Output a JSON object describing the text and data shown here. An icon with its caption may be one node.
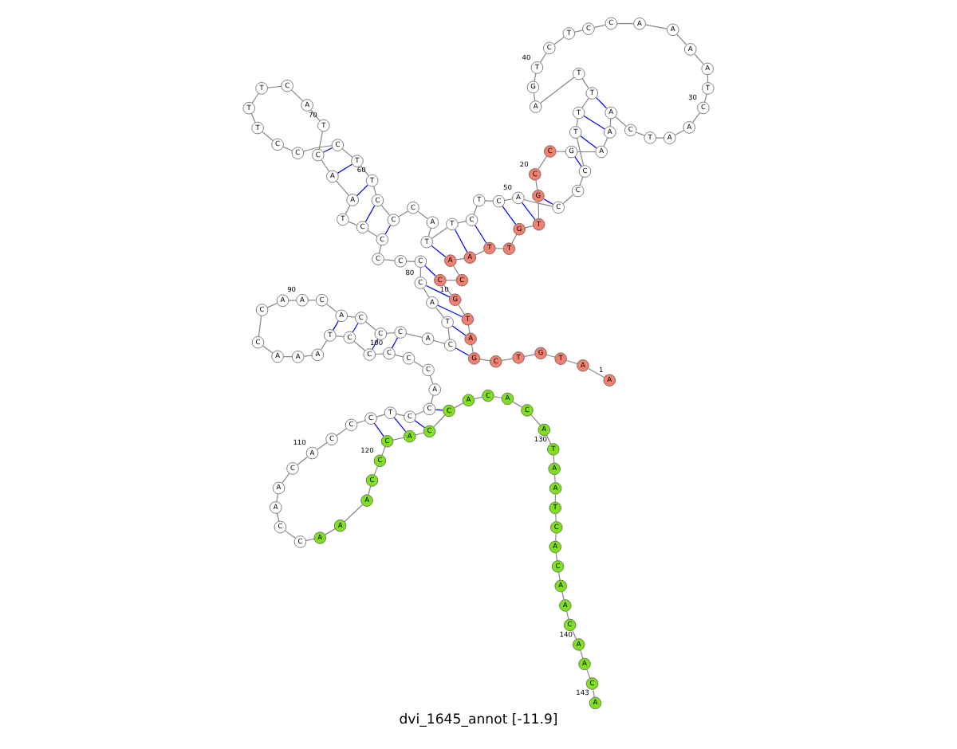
{
  "diagram": {
    "caption": "dvi_1645_annot [-11.9]",
    "nodes": [
      {
        "text": [
          "A"
        ],
        "beside": [
          "1"
        ]
      },
      {
        "text": [
          "A"
        ]
      },
      {
        "text": [
          "T"
        ]
      },
      {
        "text": [
          "G"
        ]
      },
      {
        "text": [
          "T"
        ]
      },
      {
        "text": [
          "C"
        ]
      },
      {
        "text": [
          "G"
        ]
      },
      {
        "text": [
          "A"
        ]
      },
      {
        "text": [
          "T"
        ]
      },
      {
        "text": [
          "G"
        ],
        "beside": [
          "10"
        ]
      },
      {
        "text": [
          "C"
        ]
      },
      {
        "text": [
          "C"
        ]
      },
      {
        "text": [
          "A"
        ]
      },
      {
        "text": [
          "A"
        ]
      },
      {
        "text": [
          "T"
        ]
      },
      {
        "text": [
          "T"
        ]
      },
      {
        "text": [
          "G"
        ]
      },
      {
        "text": [
          "T"
        ]
      },
      {
        "text": [
          "G"
        ]
      },
      {
        "text": [
          "C"
        ],
        "beside": [
          "20"
        ]
      },
      {
        "text": [
          "C"
        ]
      },
      {
        "text": [
          "G"
        ]
      },
      {
        "text": [
          "A"
        ]
      },
      {
        "text": [
          "A"
        ]
      },
      {
        "text": [
          "A"
        ]
      },
      {
        "text": [
          "C"
        ]
      },
      {
        "text": [
          "T"
        ]
      },
      {
        "text": [
          "A"
        ]
      },
      {
        "text": [
          "A"
        ]
      },
      {
        "text": [
          "C"
        ],
        "beside": [
          "30"
        ]
      },
      {
        "text": [
          "T"
        ]
      },
      {
        "text": [
          "A"
        ]
      },
      {
        "text": [
          "A"
        ]
      },
      {
        "text": [
          "A"
        ]
      },
      {
        "text": [
          "A"
        ]
      },
      {
        "text": [
          "C"
        ]
      },
      {
        "text": [
          "C"
        ]
      },
      {
        "text": [
          "T"
        ]
      },
      {
        "text": [
          "C"
        ]
      },
      {
        "text": [
          "T"
        ],
        "beside": [
          "40"
        ]
      },
      {
        "text": [
          "G"
        ]
      },
      {
        "text": [
          "A"
        ]
      },
      {
        "text": [
          "T"
        ]
      },
      {
        "text": [
          "T"
        ]
      },
      {
        "text": [
          "T"
        ]
      },
      {
        "text": [
          "T"
        ]
      },
      {
        "text": [
          "C"
        ]
      },
      {
        "text": [
          "C"
        ]
      },
      {
        "text": [
          "C"
        ]
      },
      {
        "text": [
          "A"
        ],
        "beside": [
          "50"
        ]
      },
      {
        "text": [
          "C"
        ]
      },
      {
        "text": [
          "T"
        ]
      },
      {
        "text": [
          "C"
        ]
      },
      {
        "text": [
          "T"
        ]
      },
      {
        "text": [
          "T"
        ]
      },
      {
        "text": [
          "A"
        ]
      },
      {
        "text": [
          "C"
        ]
      },
      {
        "text": [
          "C"
        ]
      },
      {
        "text": [
          "C"
        ]
      },
      {
        "text": [
          "T"
        ],
        "beside": [
          "60"
        ]
      },
      {
        "text": [
          "T"
        ]
      },
      {
        "text": [
          "C"
        ]
      },
      {
        "text": [
          "C"
        ]
      },
      {
        "text": [
          "C"
        ]
      },
      {
        "text": [
          "T"
        ]
      },
      {
        "text": [
          "T"
        ]
      },
      {
        "text": [
          "T"
        ]
      },
      {
        "text": [
          "C"
        ]
      },
      {
        "text": [
          "A"
        ]
      },
      {
        "text": [
          "T"
        ],
        "beside": [
          "70"
        ]
      },
      {
        "text": [
          "C"
        ]
      },
      {
        "text": [
          "A"
        ]
      },
      {
        "text": [
          "A"
        ]
      },
      {
        "text": [
          "T"
        ]
      },
      {
        "text": [
          "C"
        ]
      },
      {
        "text": [
          "C"
        ]
      },
      {
        "text": [
          "C"
        ]
      },
      {
        "text": [
          "C"
        ]
      },
      {
        "text": [
          "C"
        ]
      },
      {
        "text": [
          "C"
        ],
        "beside": [
          "80"
        ]
      },
      {
        "text": [
          "A"
        ]
      },
      {
        "text": [
          "T"
        ]
      },
      {
        "text": [
          "C"
        ]
      },
      {
        "text": [
          "A"
        ]
      },
      {
        "text": [
          "C"
        ]
      },
      {
        "text": [
          "C"
        ]
      },
      {
        "text": [
          "C"
        ]
      },
      {
        "text": [
          "A"
        ]
      },
      {
        "text": [
          "C"
        ]
      },
      {
        "text": [
          "A"
        ],
        "beside": [
          "90"
        ]
      },
      {
        "text": [
          "A"
        ]
      },
      {
        "text": [
          "C"
        ]
      },
      {
        "text": [
          "C"
        ]
      },
      {
        "text": [
          "A"
        ]
      },
      {
        "text": [
          "A"
        ]
      },
      {
        "text": [
          "A"
        ]
      },
      {
        "text": [
          "T"
        ]
      },
      {
        "text": [
          "C"
        ]
      },
      {
        "text": [
          "C"
        ]
      },
      {
        "text": [
          "C"
        ],
        "beside": [
          "100"
        ]
      },
      {
        "text": [
          "C"
        ]
      },
      {
        "text": [
          "C"
        ]
      },
      {
        "text": [
          "A"
        ]
      },
      {
        "text": [
          "C"
        ]
      },
      {
        "text": [
          "C"
        ]
      },
      {
        "text": [
          "T"
        ]
      },
      {
        "text": [
          "C"
        ]
      },
      {
        "text": [
          "C"
        ]
      },
      {
        "text": [
          "C"
        ]
      },
      {
        "text": [
          "A"
        ],
        "beside": [
          "110"
        ]
      },
      {
        "text": [
          "C"
        ]
      },
      {
        "text": [
          "A"
        ]
      },
      {
        "text": [
          "A"
        ]
      },
      {
        "text": [
          "C"
        ]
      },
      {
        "text": [
          "C"
        ]
      },
      {
        "text": [
          "A"
        ]
      },
      {
        "text": [
          "A"
        ]
      },
      {
        "text": [
          "A"
        ]
      },
      {
        "text": [
          "C"
        ]
      },
      {
        "text": [
          "C"
        ],
        "beside": [
          "120"
        ]
      },
      {
        "text": [
          "C"
        ]
      },
      {
        "text": [
          "A"
        ]
      },
      {
        "text": [
          "C"
        ]
      },
      {
        "text": [
          "C"
        ]
      },
      {
        "text": [
          "A"
        ]
      },
      {
        "text": [
          "C"
        ]
      },
      {
        "text": [
          "A"
        ]
      },
      {
        "text": [
          "C"
        ]
      },
      {
        "text": [
          "A"
        ]
      },
      {
        "text": [
          "T"
        ],
        "beside": [
          "130"
        ]
      },
      {
        "text": [
          "A"
        ]
      },
      {
        "text": [
          "A"
        ]
      },
      {
        "text": [
          "T"
        ]
      },
      {
        "text": [
          "C"
        ]
      },
      {
        "text": [
          "A"
        ]
      },
      {
        "text": [
          "C"
        ]
      },
      {
        "text": [
          "A"
        ]
      },
      {
        "text": [
          "A"
        ]
      },
      {
        "text": [
          "C"
        ]
      },
      {
        "text": [
          "A"
        ],
        "beside": [
          "140"
        ]
      },
      {
        "text": [
          "A"
        ]
      },
      {
        "text": [
          "C"
        ]
      },
      {
        "text": [
          "A"
        ],
        "beside": [
          "143"
        ]
      }
    ],
    "edges": [
      {
        "from": 0,
        "to": 1,
        "arrow": "none"
      },
      {
        "from": 1,
        "to": 2,
        "arrow": "none"
      },
      {
        "from": 2,
        "to": 3,
        "arrow": "none"
      },
      {
        "from": 3,
        "to": 4,
        "arrow": "none"
      },
      {
        "from": 4,
        "to": 5,
        "arrow": "none"
      },
      {
        "from": 5,
        "to": 6,
        "arrow": "none"
      },
      {
        "from": 6,
        "to": 7,
        "arrow": "none"
      },
      {
        "from": 7,
        "to": 8,
        "arrow": "none"
      },
      {
        "from": 8,
        "to": 9,
        "arrow": "none"
      },
      {
        "from": 9,
        "to": 10,
        "arrow": "none"
      },
      {
        "from": 10,
        "to": 11,
        "arrow": "none"
      },
      {
        "from": 11,
        "to": 12,
        "arrow": "none"
      },
      {
        "from": 12,
        "to": 13,
        "arrow": "none"
      },
      {
        "from": 13,
        "to": 14,
        "arrow": "none"
      },
      {
        "from": 14,
        "to": 15,
        "arrow": "none"
      },
      {
        "from": 15,
        "to": 16,
        "arrow": "none"
      },
      {
        "from": 16,
        "to": 17,
        "arrow": "none"
      },
      {
        "from": 17,
        "to": 18,
        "arrow": "none"
      },
      {
        "from": 18,
        "to": 19,
        "arrow": "none"
      },
      {
        "from": 19,
        "to": 20,
        "arrow": "none"
      },
      {
        "from": 20,
        "to": 21,
        "arrow": "none"
      },
      {
        "from": 21,
        "to": 22,
        "arrow": "none"
      },
      {
        "from": 22,
        "to": 23,
        "arrow": "none"
      },
      {
        "from": 23,
        "to": 24,
        "arrow": "none"
      },
      {
        "from": 24,
        "to": 25,
        "arrow": "none"
      },
      {
        "from": 25,
        "to": 26,
        "arrow": "none"
      },
      {
        "from": 26,
        "to": 27,
        "arrow": "none"
      },
      {
        "from": 27,
        "to": 28,
        "arrow": "none"
      },
      {
        "from": 28,
        "to": 29,
        "arrow": "none"
      },
      {
        "from": 29,
        "to": 30,
        "arrow": "none"
      },
      {
        "from": 30,
        "to": 31,
        "arrow": "none"
      },
      {
        "from": 31,
        "to": 32,
        "arrow": "none"
      },
      {
        "from": 32,
        "to": 33,
        "arrow": "none"
      },
      {
        "from": 33,
        "to": 34,
        "arrow": "none"
      },
      {
        "from": 34,
        "to": 35,
        "arrow": "none"
      },
      {
        "from": 35,
        "to": 36,
        "arrow": "none"
      },
      {
        "from": 36,
        "to": 37,
        "arrow": "none"
      },
      {
        "from": 37,
        "to": 38,
        "arrow": "none"
      },
      {
        "from": 38,
        "to": 39,
        "arrow": "none"
      },
      {
        "from": 39,
        "to": 40,
        "arrow": "none"
      },
      {
        "from": 40,
        "to": 41,
        "arrow": "none"
      },
      {
        "from": 41,
        "to": 42,
        "arrow": "none"
      },
      {
        "from": 42,
        "to": 43,
        "arrow": "none"
      },
      {
        "from": 43,
        "to": 44,
        "arrow": "none"
      },
      {
        "from": 44,
        "to": 45,
        "arrow": "none"
      },
      {
        "from": 45,
        "to": 46,
        "arrow": "none"
      },
      {
        "from": 46,
        "to": 47,
        "arrow": "none"
      },
      {
        "from": 47,
        "to": 48,
        "arrow": "none"
      },
      {
        "from": 48,
        "to": 49,
        "arrow": "none"
      },
      {
        "from": 49,
        "to": 50,
        "arrow": "none"
      },
      {
        "from": 50,
        "to": 51,
        "arrow": "none"
      },
      {
        "from": 51,
        "to": 52,
        "arrow": "none"
      },
      {
        "from": 52,
        "to": 53,
        "arrow": "none"
      },
      {
        "from": 53,
        "to": 54,
        "arrow": "none"
      },
      {
        "from": 54,
        "to": 55,
        "arrow": "none"
      },
      {
        "from": 55,
        "to": 56,
        "arrow": "none"
      },
      {
        "from": 56,
        "to": 57,
        "arrow": "none"
      },
      {
        "from": 57,
        "to": 58,
        "arrow": "none"
      },
      {
        "from": 58,
        "to": 59,
        "arrow": "none"
      },
      {
        "from": 59,
        "to": 60,
        "arrow": "none"
      },
      {
        "from": 60,
        "to": 61,
        "arrow": "none"
      },
      {
        "from": 61,
        "to": 62,
        "arrow": "none"
      },
      {
        "from": 62,
        "to": 63,
        "arrow": "none"
      },
      {
        "from": 63,
        "to": 64,
        "arrow": "none"
      },
      {
        "from": 64,
        "to": 65,
        "arrow": "none"
      },
      {
        "from": 65,
        "to": 66,
        "arrow": "none"
      },
      {
        "from": 66,
        "to": 67,
        "arrow": "none"
      },
      {
        "from": 67,
        "to": 68,
        "arrow": "none"
      },
      {
        "from": 68,
        "to": 69,
        "arrow": "none"
      },
      {
        "from": 69,
        "to": 70,
        "arrow": "none"
      },
      {
        "from": 70,
        "to": 71,
        "arrow": "none"
      },
      {
        "from": 71,
        "to": 72,
        "arrow": "none"
      },
      {
        "from": 72,
        "to": 73,
        "arrow": "none"
      },
      {
        "from": 73,
        "to": 74,
        "arrow": "none"
      },
      {
        "from": 74,
        "to": 75,
        "arrow": "none"
      },
      {
        "from": 75,
        "to": 76,
        "arrow": "none"
      },
      {
        "from": 76,
        "to": 77,
        "arrow": "none"
      },
      {
        "from": 77,
        "to": 78,
        "arrow": "none"
      },
      {
        "from": 78,
        "to": 79,
        "arrow": "none"
      },
      {
        "from": 79,
        "to": 80,
        "arrow": "none"
      },
      {
        "from": 80,
        "to": 81,
        "arrow": "none"
      },
      {
        "from": 81,
        "to": 82,
        "arrow": "none"
      },
      {
        "from": 82,
        "to": 83,
        "arrow": "none"
      },
      {
        "from": 83,
        "to": 84,
        "arrow": "none"
      },
      {
        "from": 84,
        "to": 85,
        "arrow": "none"
      },
      {
        "from": 85,
        "to": 86,
        "arrow": "none"
      },
      {
        "from": 86,
        "to": 87,
        "arrow": "none"
      },
      {
        "from": 87,
        "to": 88,
        "arrow": "none"
      },
      {
        "from": 88,
        "to": 89,
        "arrow": "none"
      },
      {
        "from": 89,
        "to": 90,
        "arrow": "none"
      },
      {
        "from": 90,
        "to": 91,
        "arrow": "none"
      },
      {
        "from": 91,
        "to": 92,
        "arrow": "none"
      },
      {
        "from": 92,
        "to": 93,
        "arrow": "none"
      },
      {
        "from": 93,
        "to": 94,
        "arrow": "none"
      },
      {
        "from": 94,
        "to": 95,
        "arrow": "none"
      },
      {
        "from": 95,
        "to": 96,
        "arrow": "none"
      },
      {
        "from": 96,
        "to": 97,
        "arrow": "none"
      },
      {
        "from": 97,
        "to": 98,
        "arrow": "none"
      },
      {
        "from": 98,
        "to": 99,
        "arrow": "none"
      },
      {
        "from": 99,
        "to": 100,
        "arrow": "none"
      },
      {
        "from": 100,
        "to": 101,
        "arrow": "none"
      },
      {
        "from": 101,
        "to": 102,
        "arrow": "none"
      },
      {
        "from": 102,
        "to": 103,
        "arrow": "none"
      },
      {
        "from": 103,
        "to": 104,
        "arrow": "none"
      },
      {
        "from": 104,
        "to": 105,
        "arrow": "none"
      },
      {
        "from": 105,
        "to": 106,
        "arrow": "none"
      },
      {
        "from": 106,
        "to": 107,
        "arrow": "none"
      },
      {
        "from": 107,
        "to": 108,
        "arrow": "none"
      },
      {
        "from": 108,
        "to": 109,
        "arrow": "none"
      },
      {
        "from": 109,
        "to": 110,
        "arrow": "none"
      },
      {
        "from": 110,
        "to": 111,
        "arrow": "none"
      },
      {
        "from": 111,
        "to": 112,
        "arrow": "none"
      },
      {
        "from": 112,
        "to": 113,
        "arrow": "none"
      },
      {
        "from": 113,
        "to": 114,
        "arrow": "none"
      },
      {
        "from": 114,
        "to": 115,
        "arrow": "none"
      },
      {
        "from": 115,
        "to": 116,
        "arrow": "none"
      },
      {
        "from": 116,
        "to": 117,
        "arrow": "none"
      },
      {
        "from": 117,
        "to": 118,
        "arrow": "none"
      },
      {
        "from": 118,
        "to": 119,
        "arrow": "none"
      },
      {
        "from": 119,
        "to": 120,
        "arrow": "none"
      },
      {
        "from": 120,
        "to": 121,
        "arrow": "none"
      },
      {
        "from": 121,
        "to": 122,
        "arrow": "none"
      },
      {
        "from": 122,
        "to": 123,
        "arrow": "none"
      },
      {
        "from": 123,
        "to": 124,
        "arrow": "none"
      },
      {
        "from": 124,
        "to": 125,
        "arrow": "none"
      },
      {
        "from": 125,
        "to": 126,
        "arrow": "none"
      },
      {
        "from": 126,
        "to": 127,
        "arrow": "none"
      },
      {
        "from": 127,
        "to": 128,
        "arrow": "none"
      },
      {
        "from": 128,
        "to": 129,
        "arrow": "none"
      },
      {
        "from": 129,
        "to": 130,
        "arrow": "none"
      },
      {
        "from": 130,
        "to": 131,
        "arrow": "none"
      },
      {
        "from": 131,
        "to": 132,
        "arrow": "none"
      },
      {
        "from": 132,
        "to": 133,
        "arrow": "none"
      },
      {
        "from": 133,
        "to": 134,
        "arrow": "none"
      },
      {
        "from": 134,
        "to": 135,
        "arrow": "none"
      },
      {
        "from": 135,
        "to": 136,
        "arrow": "none"
      },
      {
        "from": 136,
        "to": 137,
        "arrow": "none"
      },
      {
        "from": 137,
        "to": 138,
        "arrow": "none"
      },
      {
        "from": 138,
        "to": 139,
        "arrow": "none"
      },
      {
        "from": 139,
        "to": 140,
        "arrow": "none"
      },
      {
        "from": 140,
        "to": 141,
        "arrow": "none"
      },
      {
        "from": 141,
        "to": 142,
        "arrow": "none"
      },
      {
        "from": 6,
        "to": 82,
        "arrow": "none",
        "color": "#0000ff"
      },
      {
        "from": 7,
        "to": 81,
        "arrow": "none",
        "color": "#0000ff"
      },
      {
        "from": 8,
        "to": 80,
        "arrow": "none",
        "color": "#0000ff"
      },
      {
        "from": 9,
        "to": 79,
        "arrow": "none",
        "color": "#0000ff"
      },
      {
        "from": 10,
        "to": 78,
        "arrow": "none",
        "color": "#0000ff"
      },
      {
        "from": 12,
        "to": 54,
        "arrow": "none",
        "color": "#0000ff"
      },
      {
        "from": 13,
        "to": 53,
        "arrow": "none",
        "color": "#0000ff"
      },
      {
        "from": 14,
        "to": 52,
        "arrow": "none",
        "color": "#0000ff"
      },
      {
        "from": 16,
        "to": 50,
        "arrow": "none",
        "color": "#0000ff"
      },
      {
        "from": 17,
        "to": 49,
        "arrow": "none",
        "color": "#0000ff"
      },
      {
        "from": 18,
        "to": 48,
        "arrow": "none",
        "color": "#0000ff"
      },
      {
        "from": 21,
        "to": 46,
        "arrow": "none",
        "color": "#0000ff"
      },
      {
        "from": 22,
        "to": 45,
        "arrow": "none",
        "color": "#0000ff"
      },
      {
        "from": 23,
        "to": 44,
        "arrow": "none",
        "color": "#0000ff"
      },
      {
        "from": 24,
        "to": 43,
        "arrow": "none",
        "color": "#0000ff"
      },
      {
        "from": 57,
        "to": 75,
        "arrow": "none",
        "color": "#0000ff"
      },
      {
        "from": 58,
        "to": 74,
        "arrow": "none",
        "color": "#0000ff"
      },
      {
        "from": 59,
        "to": 72,
        "arrow": "none",
        "color": "#0000ff"
      },
      {
        "from": 60,
        "to": 71,
        "arrow": "none",
        "color": "#0000ff"
      },
      {
        "from": 61,
        "to": 70,
        "arrow": "none",
        "color": "#0000ff"
      },
      {
        "from": 84,
        "to": 99,
        "arrow": "none",
        "color": "#0000ff"
      },
      {
        "from": 85,
        "to": 98,
        "arrow": "none",
        "color": "#0000ff"
      },
      {
        "from": 86,
        "to": 97,
        "arrow": "none",
        "color": "#0000ff"
      },
      {
        "from": 87,
        "to": 96,
        "arrow": "none",
        "color": "#0000ff"
      },
      {
        "from": 103,
        "to": 123,
        "arrow": "none",
        "color": "#0000ff"
      },
      {
        "from": 104,
        "to": 122,
        "arrow": "none",
        "color": "#0000ff"
      },
      {
        "from": 105,
        "to": 121,
        "arrow": "none",
        "color": "#0000ff"
      },
      {
        "from": 106,
        "to": 120,
        "arrow": "none",
        "color": "#0000ff"
      }
    ]
  }
}
